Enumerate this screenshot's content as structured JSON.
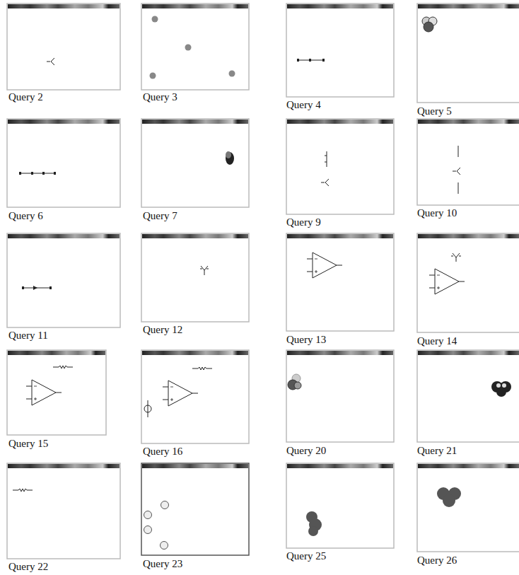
{
  "diagram": {
    "labels": [
      "Query 2",
      "Query 3",
      "Query 4",
      "Query 5",
      "Query 6",
      "Query 7",
      "Query 9",
      "Query 10",
      "Query 11",
      "Query 12",
      "Query 13",
      "Query 14",
      "Query 15",
      "Query 16",
      "Query 20",
      "Query 21",
      "Query 22",
      "Query 23",
      "Query 25",
      "Query 26"
    ]
  }
}
